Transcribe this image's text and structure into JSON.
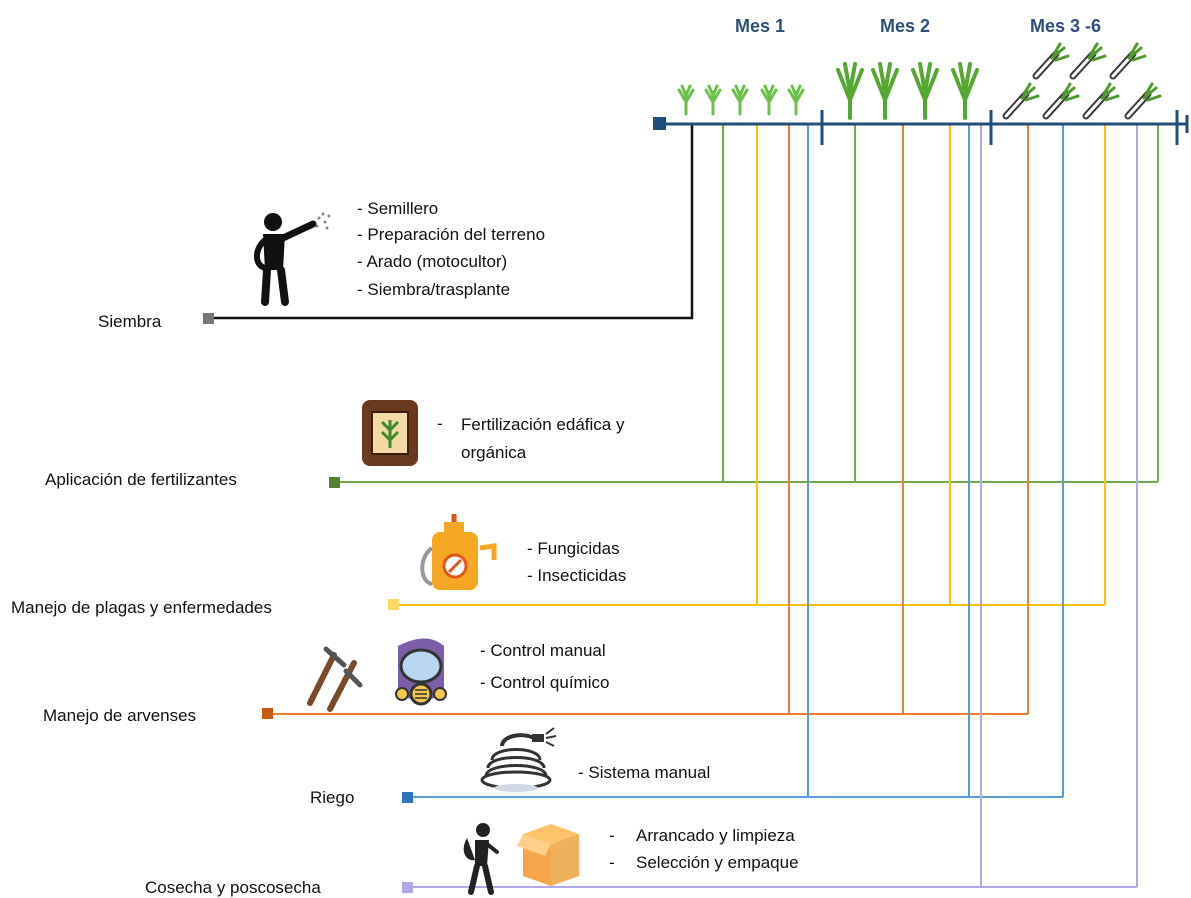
{
  "timeline": {
    "months": [
      "Mes 1",
      "Mes 2",
      "Mes 3 -6"
    ],
    "color": "#1f4e79"
  },
  "activities": [
    {
      "id": "siembra",
      "label": "Siembra",
      "color": "#111111",
      "marker_color": "#777777",
      "items": [
        "- Semillero",
        "- Preparación del terreno",
        "- Arado (motocultor)",
        "- Siembra/trasplante"
      ],
      "icon": "sowing-person-icon"
    },
    {
      "id": "fertilizantes",
      "label": "Aplicación de fertilizantes",
      "color": "#70ad47",
      "marker_color": "#548235",
      "items": [
        "-",
        "Fertilización edáfica y",
        "orgánica"
      ],
      "icon": "fertilizer-bag-icon"
    },
    {
      "id": "plagas",
      "label": "Manejo de plagas y enfermedades",
      "color": "#ffc000",
      "marker_color": "#ffd966",
      "items": [
        "- Fungicidas",
        "- Insecticidas"
      ],
      "icon": "sprayer-icon"
    },
    {
      "id": "arvenses",
      "label": "Manejo de arvenses",
      "color": "#ed7d31",
      "marker_color": "#c55a11",
      "items": [
        "- Control manual",
        "- Control químico"
      ],
      "icon": "hoe-and-gas-mask-icon"
    },
    {
      "id": "riego",
      "label": "Riego",
      "color": "#5b9bd5",
      "marker_color": "#2e75b6",
      "items": [
        "- Sistema manual"
      ],
      "icon": "hose-icon"
    },
    {
      "id": "cosecha",
      "label": "Cosecha y poscosecha",
      "color": "#b4a7e5",
      "marker_color": "#b4a7e5",
      "items": [
        "-",
        "Arrancado y limpieza",
        "-",
        "Selección y empaque"
      ],
      "icon": "harvest-person-box-icon"
    }
  ]
}
